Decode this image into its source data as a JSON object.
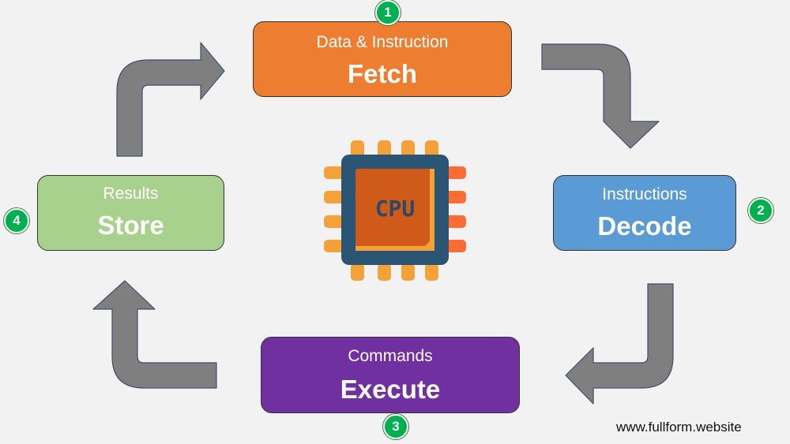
{
  "steps": [
    {
      "number": "1",
      "subtitle": "Data & Instruction",
      "title": "Fetch",
      "color": "#ed7d31"
    },
    {
      "number": "2",
      "subtitle": "Instructions",
      "title": "Decode",
      "color": "#5b9bd5"
    },
    {
      "number": "3",
      "subtitle": "Commands",
      "title": "Execute",
      "color": "#7030a0"
    },
    {
      "number": "4",
      "subtitle": "Results",
      "title": "Store",
      "color": "#a9d18e"
    }
  ],
  "center": {
    "label": "CPU",
    "icon": "cpu-chip-icon"
  },
  "website": "www.fullform.website",
  "colors": {
    "arrow": "#7f7f7f",
    "badge": "#00b050",
    "background": "#f2f2f2"
  }
}
